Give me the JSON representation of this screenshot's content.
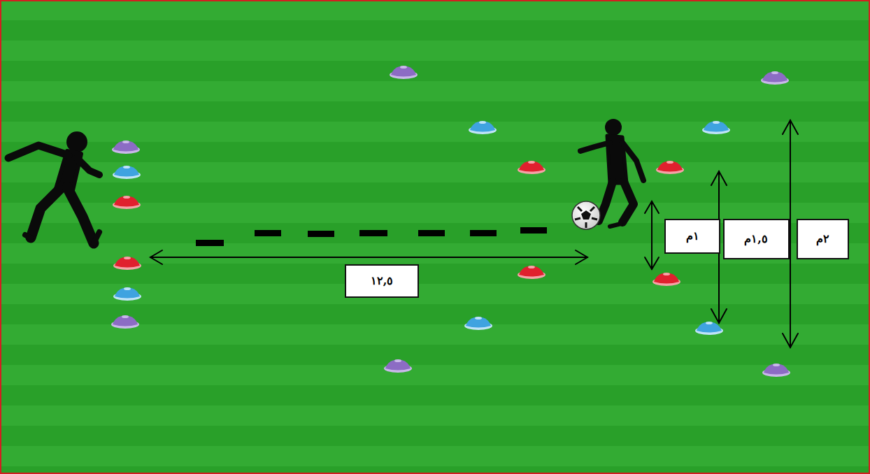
{
  "diagram": {
    "nodes": [
      {
        "text": [
          "١٢,٥"
        ]
      },
      {
        "text": [
          "١م"
        ]
      },
      {
        "text": [
          "١,٥م"
        ]
      },
      {
        "text": [
          "٢م"
        ]
      }
    ]
  }
}
